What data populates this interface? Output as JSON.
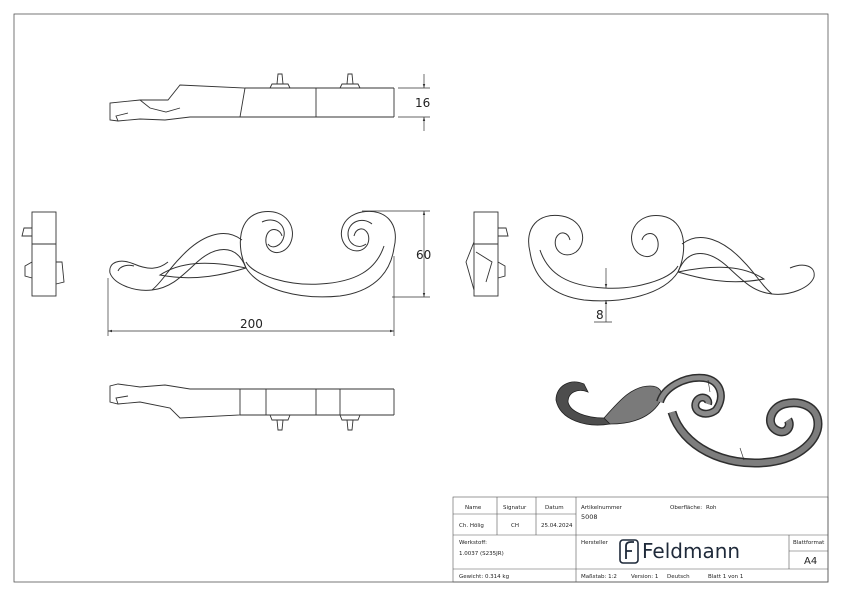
{
  "dimensions": {
    "height_top": "16",
    "height_front": "60",
    "width_front": "200",
    "thickness": "8"
  },
  "title_block": {
    "labels": {
      "name": "Name",
      "signature": "Signatur",
      "date": "Datum",
      "article_number": "Artikelnummer",
      "surface": "Oberfläche:",
      "material": "Werkstoff:",
      "manufacturer": "Hersteller",
      "sheet_format": "Blattformat",
      "weight": "Gewicht: 0.314 kg",
      "scale": "Maßstab: 1:2",
      "version": "Version: 1",
      "language": "Deutsch",
      "sheet": "Blatt 1 von 1"
    },
    "values": {
      "name": "Ch. Hölig",
      "signature": "CH",
      "date": "25.04.2024",
      "article_number": "5008",
      "surface": "Roh",
      "material": "1.0037 (S235JR)",
      "sheet_format": "A4"
    },
    "logo": {
      "text": "Feldmann",
      "icon": "feldmann-f-logo-icon",
      "color": "#1f2a3a"
    }
  },
  "colors": {
    "line": "#333333",
    "iso_fill": "#6f6f6f",
    "iso_dark": "#2e2e2e"
  }
}
